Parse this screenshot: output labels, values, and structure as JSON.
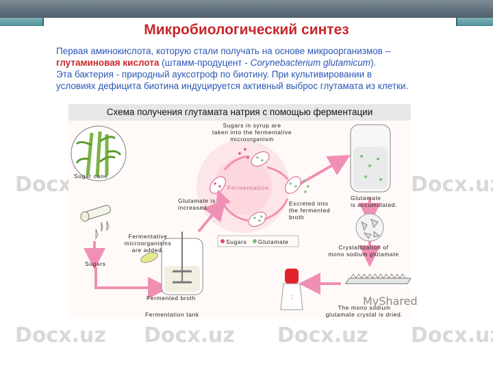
{
  "slide": {
    "title": "Микробиологический синтез",
    "text": {
      "line1": "Первая аминокислота, которую стали получать на основе микроорганизмов –",
      "line2_red": "глутаминовая кислота",
      "line2_mid": " (штамм-продуцент  - ",
      "line2_italic": "Corynebacterium glutamicum",
      "line2_end": ").",
      "line3": "Эта бактерия - природный ауксотроф по биотину. При культивировании в",
      "line4": "условиях дефицита биотина индуцируется активный выброс глутамата из клетки."
    }
  },
  "scheme": {
    "title": "Схема получения глутамата натрия с помощью ферментации",
    "labels": {
      "sugar_cane": "Sugar cane",
      "sugars_in_syrup_1": "Sugars in syrup are",
      "sugars_in_syrup_2": "taken into the fermentative",
      "sugars_in_syrup_3": "microorganism",
      "fermentation": "Fermentation",
      "glutamate_increased_1": "Glutamate is",
      "glutamate_increased_2": "increased.",
      "excreted_1": "Excreted into",
      "excreted_2": "the fermented",
      "excreted_3": "broth",
      "glutamate_accumulated_1": "Glutamate",
      "glutamate_accumulated_2": "is accumulated.",
      "ferm_microorg_1": "Fermentative",
      "ferm_microorg_2": "microorganisms",
      "ferm_microorg_3": "are added.",
      "sugars": "Sugars",
      "legend_sugars": "Sugars",
      "legend_glutamate": "Glutamate",
      "crystallization_1": "Crystallization of",
      "crystallization_2": "mono sodium glutamate",
      "fermented_broth": "Fermented broth",
      "fermentation_tank": "Fermentation tank",
      "dried_1": "The mono sodium",
      "dried_2": "glutamate crystal is dried."
    },
    "colors": {
      "arrow": "#f08fb4",
      "sugar_dot": "#e0447a",
      "glutamate_dot": "#7cc07a"
    }
  },
  "watermark": {
    "text": "Docx.uz",
    "logo": "MyShared"
  }
}
